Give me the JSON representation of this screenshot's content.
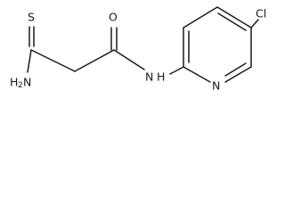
{
  "molecule": {
    "atoms": {
      "thione_sulfur": "S",
      "amine_group": "H",
      "amine_nitrogen": "N",
      "amine_subscript": "2",
      "carbonyl_oxygen": "O",
      "amide_nitrogen": "N",
      "amide_hydrogen": "H",
      "pyridine_nitrogen": "N",
      "chlorine": "Cl"
    }
  }
}
